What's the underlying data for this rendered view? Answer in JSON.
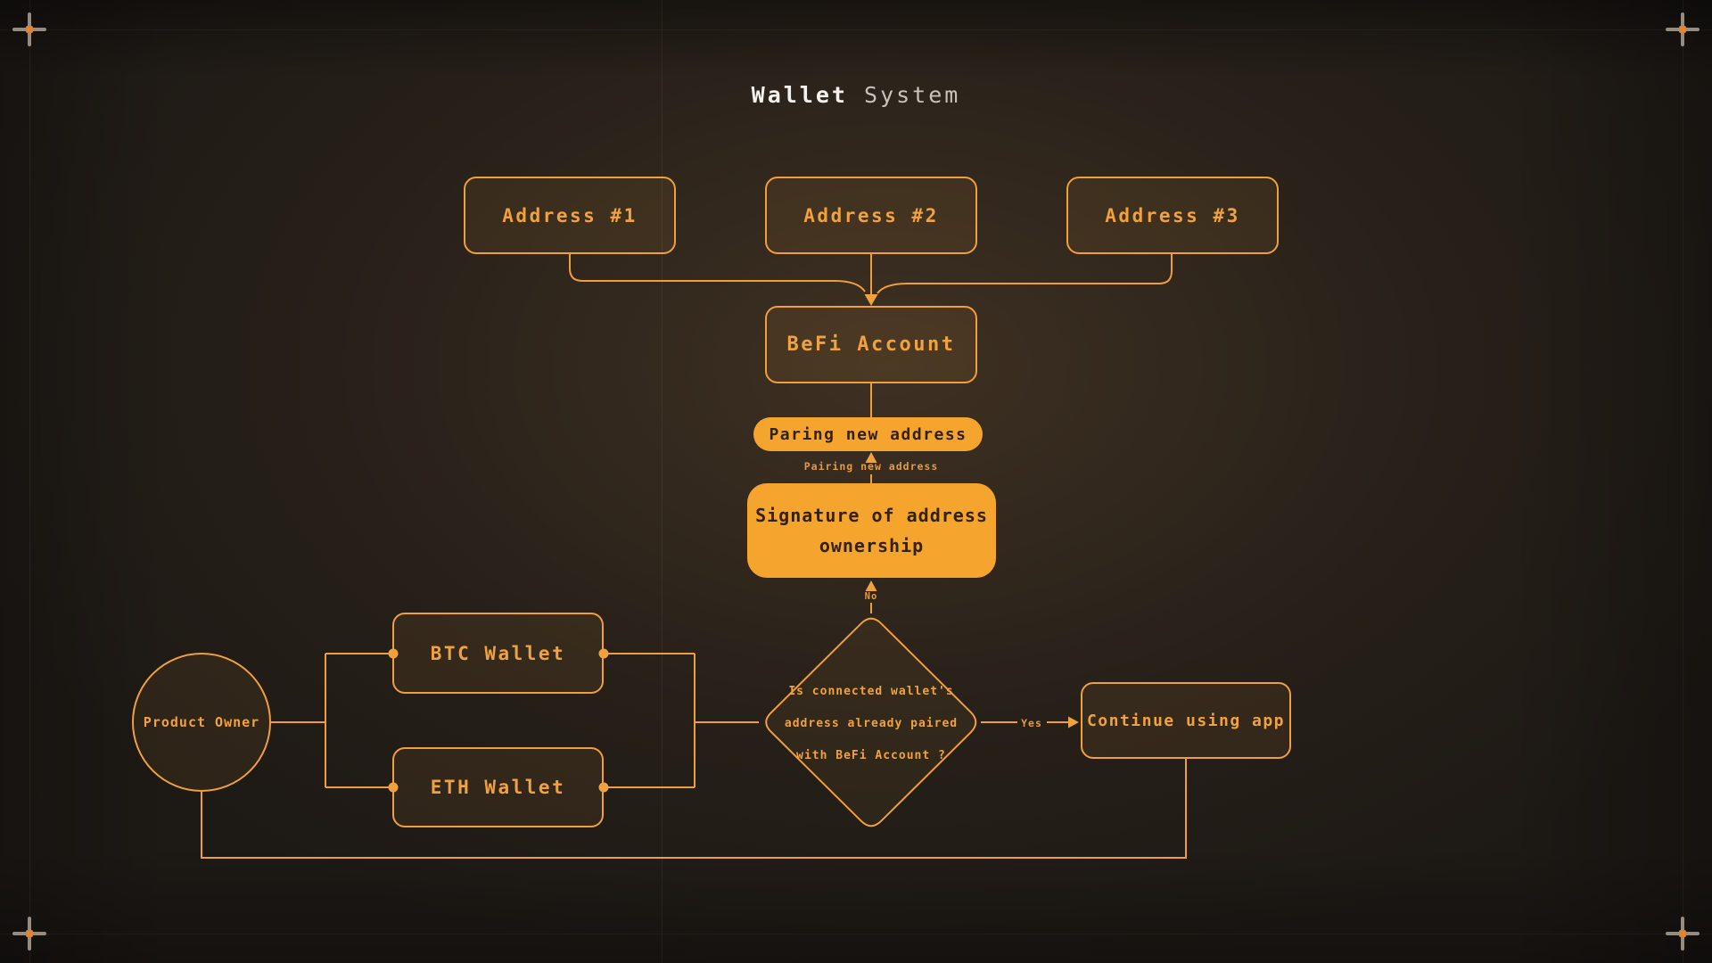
{
  "canvas": {
    "title_bold": "Wallet",
    "title_regular": " System"
  },
  "colors": {
    "accent": "#f0a23f",
    "node_fill": "#f5a42e",
    "text_on_fill": "#33220f",
    "background": "#241e19"
  },
  "nodes": {
    "address1": "Address #1",
    "address2": "Address #2",
    "address3": "Address #3",
    "befi_account": "BeFi Account",
    "pairing_pill": "Paring new address",
    "signature_line1": "Signature of address",
    "signature_line2": "ownership",
    "decision_line1": "Is connected wallet's",
    "decision_line2": "address already paired",
    "decision_line3": "with BeFi Account ?",
    "continue_app": "Continue using app",
    "product_owner": "Product Owner",
    "btc_wallet": "BTC Wallet",
    "eth_wallet": "ETH Wallet"
  },
  "edge_labels": {
    "pairing": "Pairing new address",
    "no": "No",
    "yes": "Yes"
  }
}
